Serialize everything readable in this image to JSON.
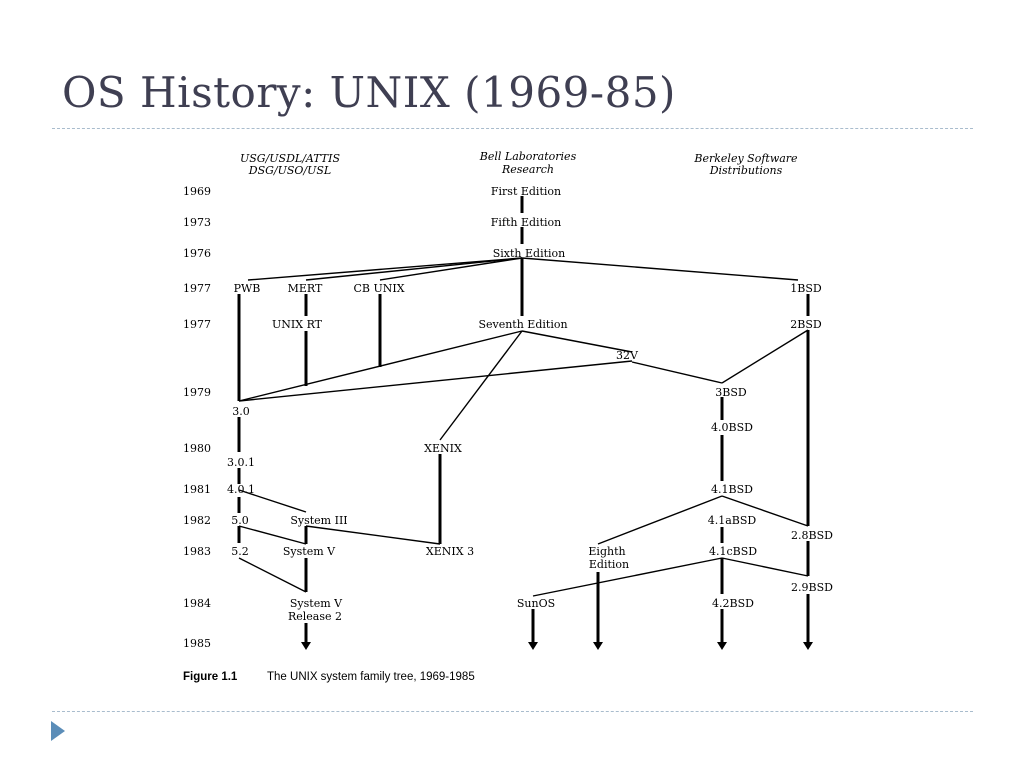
{
  "slide": {
    "title": "OS History: UNIX (1969-85)"
  },
  "nav": {
    "icon": "triangle-right-icon",
    "accent": "#5b8db8"
  },
  "colors": {
    "title": "#3f3f52",
    "rule": "#a9bccd"
  },
  "diagram": {
    "headers": {
      "usg_line1": "USG/USDL/ATTIS",
      "usg_line2": "DSG/USO/USL",
      "bell_line1": "Bell Laboratories",
      "bell_line2": "Research",
      "bsd_line1": "Berkeley Software",
      "bsd_line2": "Distributions"
    },
    "years": {
      "y1969": "1969",
      "y1973": "1973",
      "y1976": "1976",
      "y1977a": "1977",
      "y1977b": "1977",
      "y1979": "1979",
      "y1980": "1980",
      "y1981": "1981",
      "y1982": "1982",
      "y1983": "1983",
      "y1984": "1984",
      "y1985": "1985"
    },
    "nodes": {
      "first_edition": "First Edition",
      "fifth_edition": "Fifth Edition",
      "sixth_edition": "Sixth Edition",
      "pwb": "PWB",
      "mert": "MERT",
      "cb_unix": "CB UNIX",
      "bsd1": "1BSD",
      "unix_rt": "UNIX RT",
      "seventh_edition": "Seventh Edition",
      "bsd2": "2BSD",
      "v32": "32V",
      "bsd3": "3BSD",
      "v30": "3.0",
      "bsd40": "4.0BSD",
      "xenix": "XENIX",
      "v301": "3.0.1",
      "v401": "4.0.1",
      "bsd41": "4.1BSD",
      "v50": "5.0",
      "system3": "System III",
      "bsd41a": "4.1aBSD",
      "bsd28": "2.8BSD",
      "v52": "5.2",
      "system5": "System V",
      "xenix3": "XENIX 3",
      "eighth_line1": "Eighth",
      "eighth_line2": "Edition",
      "bsd41c": "4.1cBSD",
      "bsd29": "2.9BSD",
      "sysv2_line1": "System V",
      "sysv2_line2": "Release 2",
      "sunos": "SunOS",
      "bsd42": "4.2BSD"
    },
    "caption": {
      "label": "Figure 1.1",
      "text": "The UNIX system family tree, 1969-1985"
    }
  }
}
